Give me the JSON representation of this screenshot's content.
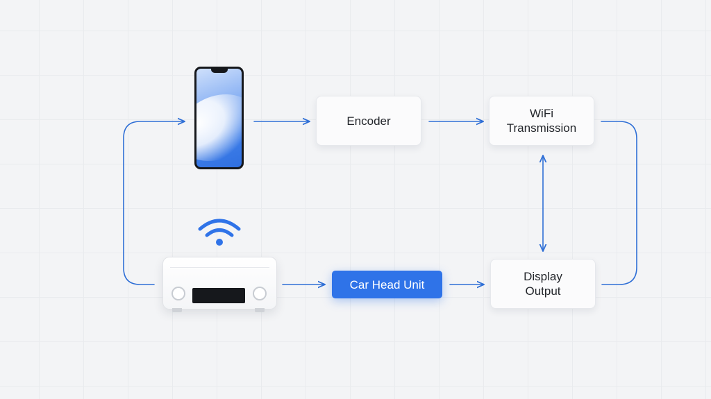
{
  "nodes": {
    "encoder": "Encoder",
    "wifi_transmission": "WiFi\nTransmission",
    "car_head_unit": "Car Head Unit",
    "display_output": "Display\nOutput"
  },
  "icons": {
    "phone": "smartphone-icon",
    "wifi": "wifi-icon",
    "router": "router-device-icon"
  },
  "colors": {
    "accent": "#2f73e8",
    "connector": "#2f6fd6",
    "background": "#f3f4f6"
  }
}
